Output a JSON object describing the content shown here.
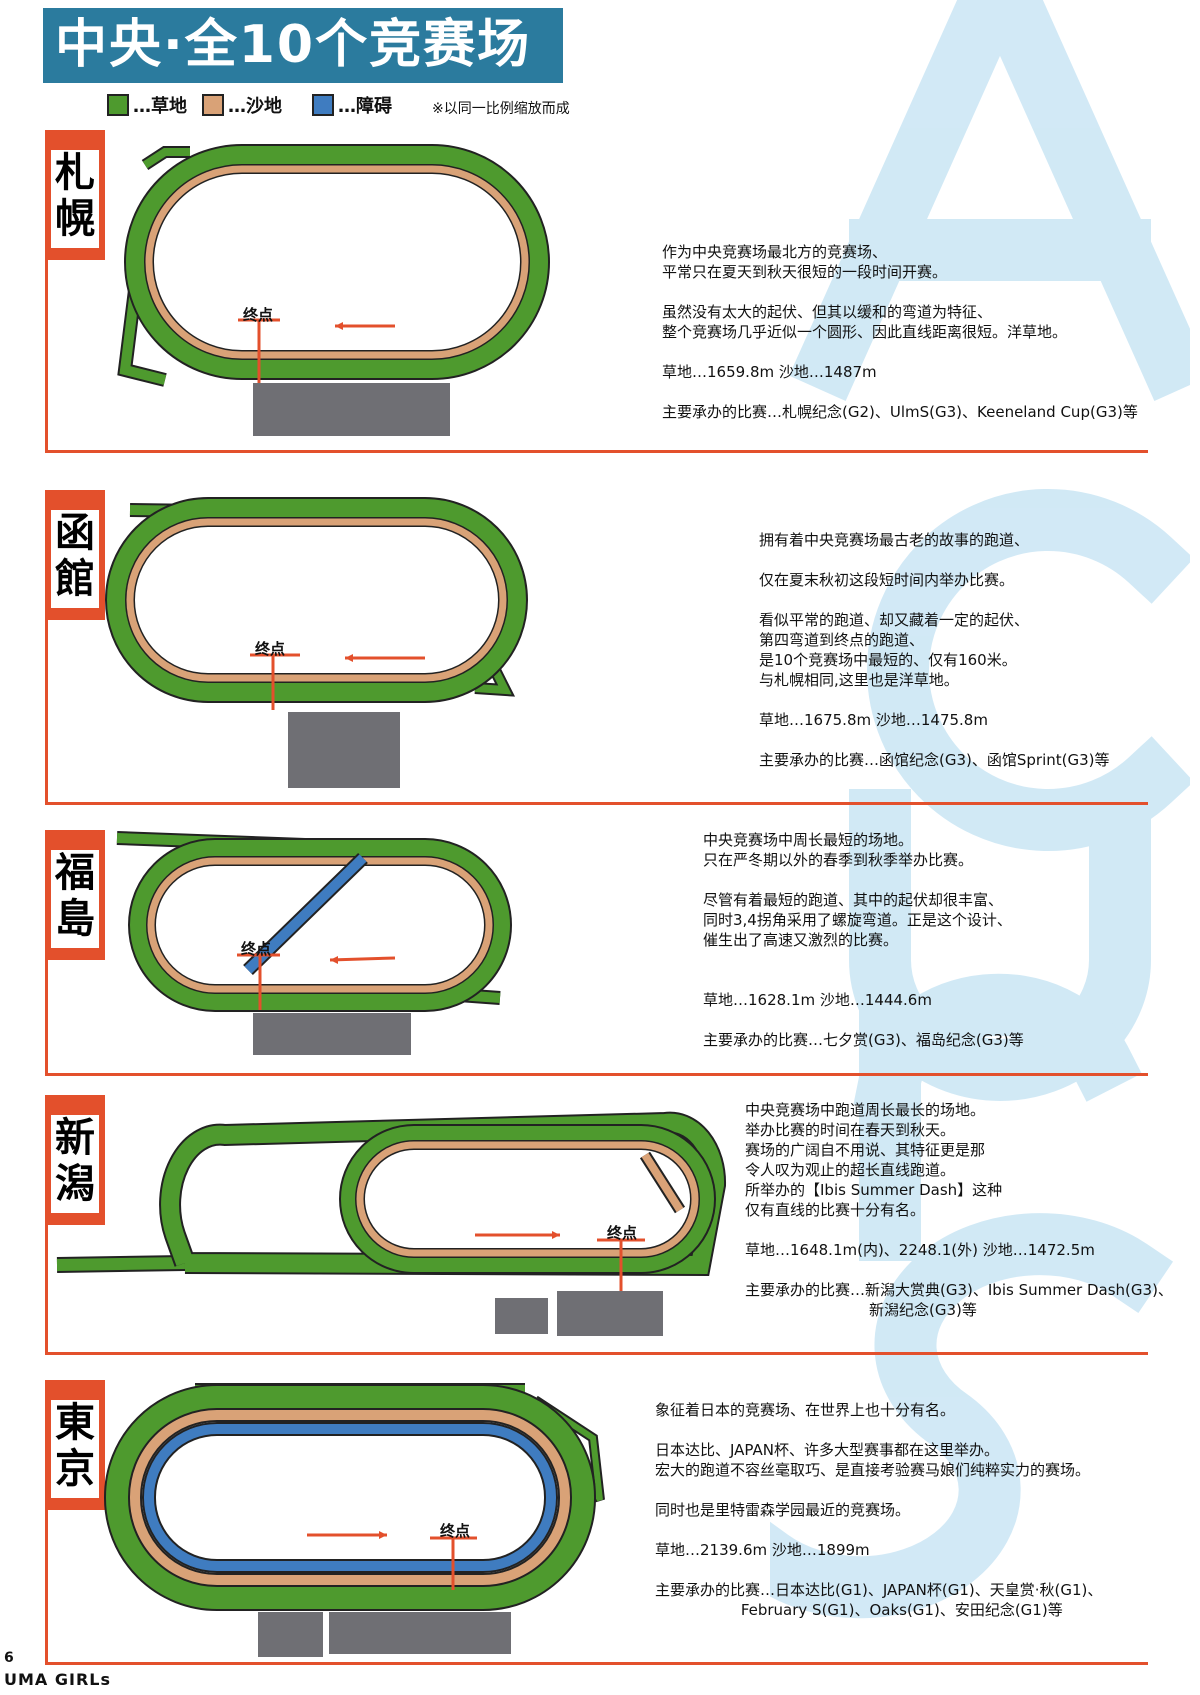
{
  "title": "中央·全10个竞赛场",
  "legend": {
    "turf": "…草地",
    "dirt": "…沙地",
    "obstacle": "…障碍",
    "note": "※以同一比例缩放而成",
    "colors": {
      "turf": "#4e9a2e",
      "dirt": "#d9a277",
      "obstacle": "#3f7cc0",
      "accent": "#e3502c"
    }
  },
  "goal_label": "终点",
  "courses": [
    {
      "name": [
        "札",
        "幌"
      ],
      "description": [
        "作为中央竞赛场最北方的竞赛场、",
        "平常只在夏天到秋天很短的一段时间开赛。",
        "",
        "虽然没有太大的起伏、但其以缓和的弯道为特征、",
        "整个竞赛场几乎近似一个圆形、因此直线距离很短。洋草地。",
        "",
        "草地…1659.8m 沙地…1487m",
        "",
        "主要承办的比赛…札幌纪念(G2)、UlmS(G3)、Keeneland Cup(G3)等"
      ]
    },
    {
      "name": [
        "函",
        "館"
      ],
      "description": [
        "拥有着中央竞赛场最古老的故事的跑道、",
        "",
        "仅在夏末秋初这段短时间内举办比赛。",
        "",
        "看似平常的跑道、却又藏着一定的起伏、",
        "第四弯道到终点的跑道、",
        "是10个竞赛场中最短的、仅有160米。",
        "与札幌相同,这里也是洋草地。",
        "",
        "草地…1675.8m 沙地…1475.8m",
        "",
        "主要承办的比赛…函馆纪念(G3)、函馆Sprint(G3)等"
      ]
    },
    {
      "name": [
        "福",
        "島"
      ],
      "description": [
        "中央竞赛场中周长最短的场地。",
        "只在严冬期以外的春季到秋季举办比赛。",
        "",
        "尽管有着最短的跑道、其中的起伏却很丰富、",
        "同时3,4拐角采用了螺旋弯道。正是这个设计、",
        "催生出了高速又激烈的比赛。",
        "",
        "",
        "草地…1628.1m 沙地…1444.6m",
        "",
        "主要承办的比赛…七夕赏(G3)、福岛纪念(G3)等"
      ]
    },
    {
      "name": [
        "新",
        "潟"
      ],
      "description": [
        "中央竞赛场中跑道周长最长的场地。",
        "举办比赛的时间在春天到秋天。",
        "赛场的广阔自不用说、其特征更是那",
        "令人叹为观止的超长直线跑道。",
        " 所举办的【Ibis Summer Dash】这种",
        "仅有直线的比赛十分有名。",
        "",
        "草地…1648.1m(内)、2248.1(外) 沙地…1472.5m",
        "",
        "主要承办的比赛…新潟大赏典(G3)、Ibis Summer Dash(G3)、",
        "                          新潟纪念(G3)等"
      ]
    },
    {
      "name": [
        "東",
        "京"
      ],
      "description": [
        "象征着日本的竞赛场、在世界上也十分有名。",
        "",
        "日本达比、JAPAN杯、许多大型赛事都在这里举办。",
        "宏大的跑道不容丝毫取巧、是直接考验赛马娘们纯粹实力的赛场。",
        "",
        "同时也是里特雷森学园最近的竞赛场。",
        "",
        "草地…2139.6m 沙地…1899m",
        "",
        "主要承办的比赛…日本达比(G1)、JAPAN杯(G1)、天皇赏·秋(G1)、",
        "                  February S(G1)、Oaks(G1)、安田纪念(G1)等"
      ]
    }
  ],
  "footer": {
    "page_number": "6",
    "magazine": "UMA GIRLs"
  }
}
